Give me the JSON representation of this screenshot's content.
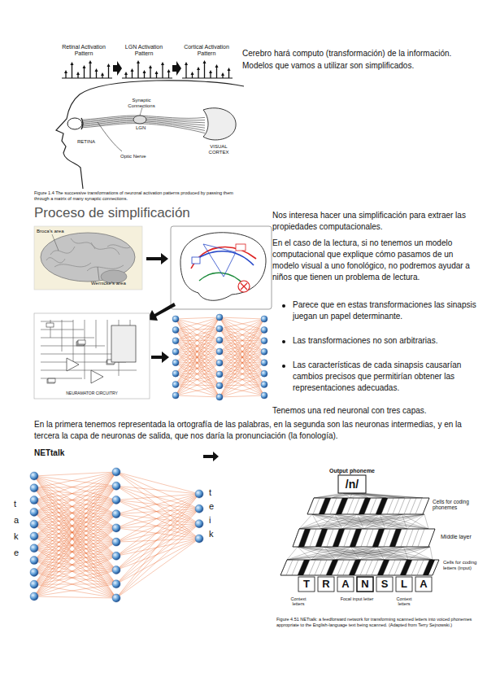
{
  "diagram": {
    "nodes": [
      {
        "text": [
          "Broca's area",
          "Wernicke's area"
        ]
      },
      {
        "text": [
          "NEURAMATOR CIRCUITRY"
        ]
      },
      {
        "text": [
          "Output phoneme",
          "/n/"
        ]
      },
      {
        "text": [
          "Cells for coding phonemes"
        ]
      },
      {
        "text": [
          "Middle layer"
        ]
      },
      {
        "text": [
          "T",
          "R",
          "A",
          "N",
          "S",
          "L",
          "A",
          "Cells for coding letters (input)"
        ]
      }
    ],
    "edges": [
      {
        "from": 5,
        "to": 4,
        "arrow": "none"
      },
      {
        "from": 4,
        "to": 3,
        "arrow": "none"
      },
      {
        "from": 3,
        "to": 2,
        "arrow": "none"
      }
    ],
    "labels": [
      "Retinal Activation Pattern",
      "LGN Activation Pattern",
      "Cortical Activation Pattern",
      "Synaptic Connections",
      "RETINA",
      "LGN",
      "VISUAL CORTEX",
      "Optic Nerve",
      "Figure 1.4 The successive transformations of neuronal activation patterns produced by passing them through a matrix of many synaptic connections.",
      "Cerebro hará computo (transformación) de la información. Modelos que vamos a utilizar son simplificados.",
      "Proceso de simplificación",
      "Nos interesa hacer una simplificación para extraer las propiedades computacionales.",
      "En el caso de la lectura, si no tenemos un modelo computacional que explique cómo pasamos de un modelo visual a uno fonológico, no podremos ayudar a niños que tienen un problema de lectura.",
      "Parece que en estas transformaciones las sinapsis juegan un papel determinante.",
      "Las transformaciones no son arbitrarias.",
      "Las características de cada sinapsis causarían cambios precisos que permitirían obtener las representaciones adecuadas.",
      "Tenemos una red neuronal con tres capas.",
      "En la primera tenemos representada la ortografía de las palabras, en la segunda son las neuronas intermedias, y en la tercera la capa de neuronas de salida, que nos daría la pronunciación (la fonología).",
      "NETtalk",
      "t",
      "a",
      "k",
      "e",
      "t",
      "e",
      "i",
      "k",
      "Figure 4.51 NETtalk: a feedforward network for transforming scanned letters into voiced phonemes appropriate to the English-language text being scanned. (Adapted from Terry Sejnowski.)",
      "Context letters",
      "Focal input letter",
      "Context letters"
    ]
  }
}
